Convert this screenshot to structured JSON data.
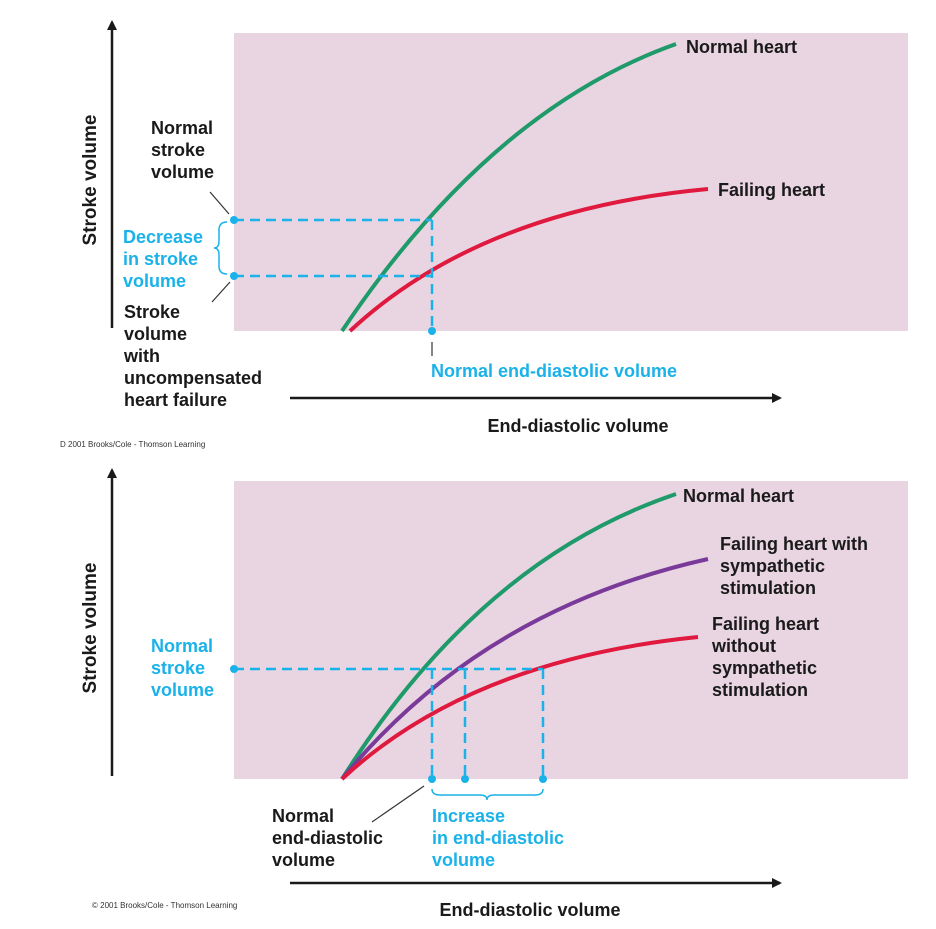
{
  "colors": {
    "plot_bg": "#e9d4e1",
    "normal_curve": "#1f9a6a",
    "failing_curve": "#e0193f",
    "sympathetic_curve": "#7a3a9a",
    "guide_blue": "#1ab2e8",
    "axis": "#1a1a1a"
  },
  "top": {
    "y_axis_label": "Stroke volume",
    "x_axis_label": "End-diastolic volume",
    "normal_heart": "Normal heart",
    "failing_heart": "Failing heart",
    "normal_sv": [
      "Normal",
      "stroke",
      "volume"
    ],
    "decrease_sv": [
      "Decrease",
      "in stroke",
      "volume"
    ],
    "uncomp_sv": [
      "Stroke",
      "volume",
      "with",
      "uncompensated",
      "heart failure"
    ],
    "normal_edv": "Normal end-diastolic volume",
    "copyright": "D 2001 Brooks/Cole - Thomson Learning"
  },
  "bottom": {
    "y_axis_label": "Stroke volume",
    "x_axis_label": "End-diastolic volume",
    "normal_heart": "Normal heart",
    "failing_symp": [
      "Failing heart with",
      "sympathetic",
      "stimulation"
    ],
    "failing_nosymp": [
      "Failing heart",
      "without",
      "sympathetic",
      "stimulation"
    ],
    "normal_sv": [
      "Normal",
      "stroke",
      "volume"
    ],
    "normal_edv": [
      "Normal",
      "end-diastolic",
      "volume"
    ],
    "increase_edv": [
      "Increase",
      "in end-diastolic",
      "volume"
    ],
    "copyright": "© 2001 Brooks/Cole - Thomson Learning"
  }
}
